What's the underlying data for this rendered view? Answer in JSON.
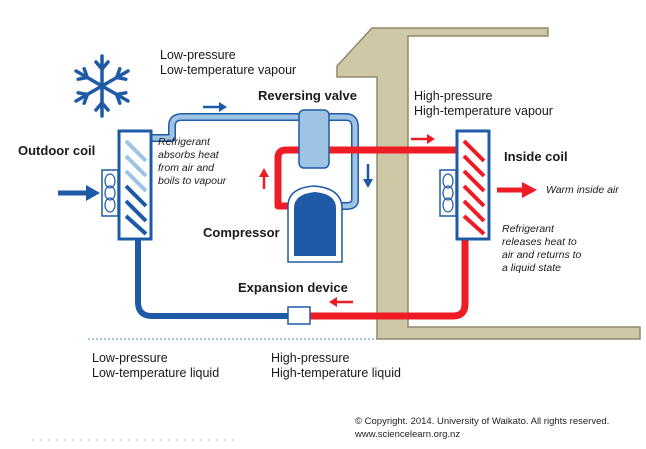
{
  "labels": {
    "low_vapour_1": "Low-pressure",
    "low_vapour_2": "Low-temperature vapour",
    "reversing_valve": "Reversing valve",
    "high_vapour_1": "High-pressure",
    "high_vapour_2": "High-temperature vapour",
    "outdoor_coil": "Outdoor coil",
    "inside_coil": "Inside coil",
    "warm_air": "Warm inside air",
    "absorb_1": "Refrigerant",
    "absorb_2": "absorbs heat",
    "absorb_3": "from air and",
    "absorb_4": "boils to vapour",
    "release_1": "Refrigerant",
    "release_2": "releases heat to",
    "release_3": "air and returns to",
    "release_4": "a liquid state",
    "compressor": "Compressor",
    "expansion": "Expansion device",
    "low_liquid_1": "Low-pressure",
    "low_liquid_2": "Low-temperature liquid",
    "high_liquid_1": "High-pressure",
    "high_liquid_2": "High-temperature liquid",
    "copyright": "© Copyright. 2014. University of Waikato. All rights reserved.",
    "website": "www.sciencelearn.org.nz"
  },
  "colors": {
    "cold_pipe": "#1f5aa6",
    "cold_pipe_light": "#9fc3e3",
    "hot_pipe": "#ee1c25",
    "wall": "#cfc8a6",
    "wall_edge": "#8f8a6e",
    "snowflake": "#1f5aa6"
  }
}
